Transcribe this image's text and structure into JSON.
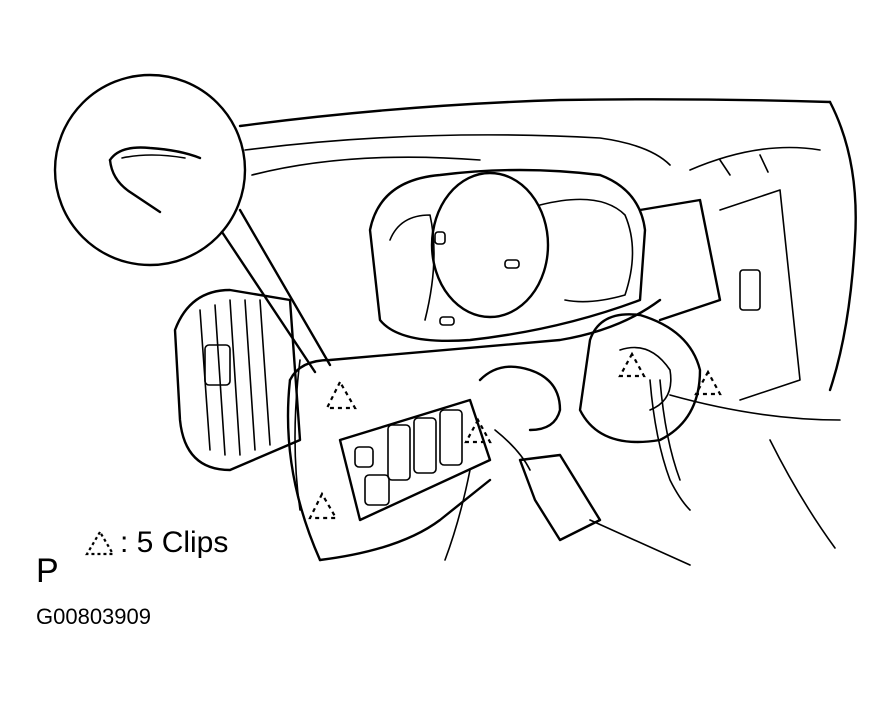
{
  "legend": {
    "symbol": "dashed-triangle-clip-icon",
    "text": ": 5 Clips"
  },
  "view_letter": "P",
  "figure_code": "G00803909",
  "clip_markers": 5
}
